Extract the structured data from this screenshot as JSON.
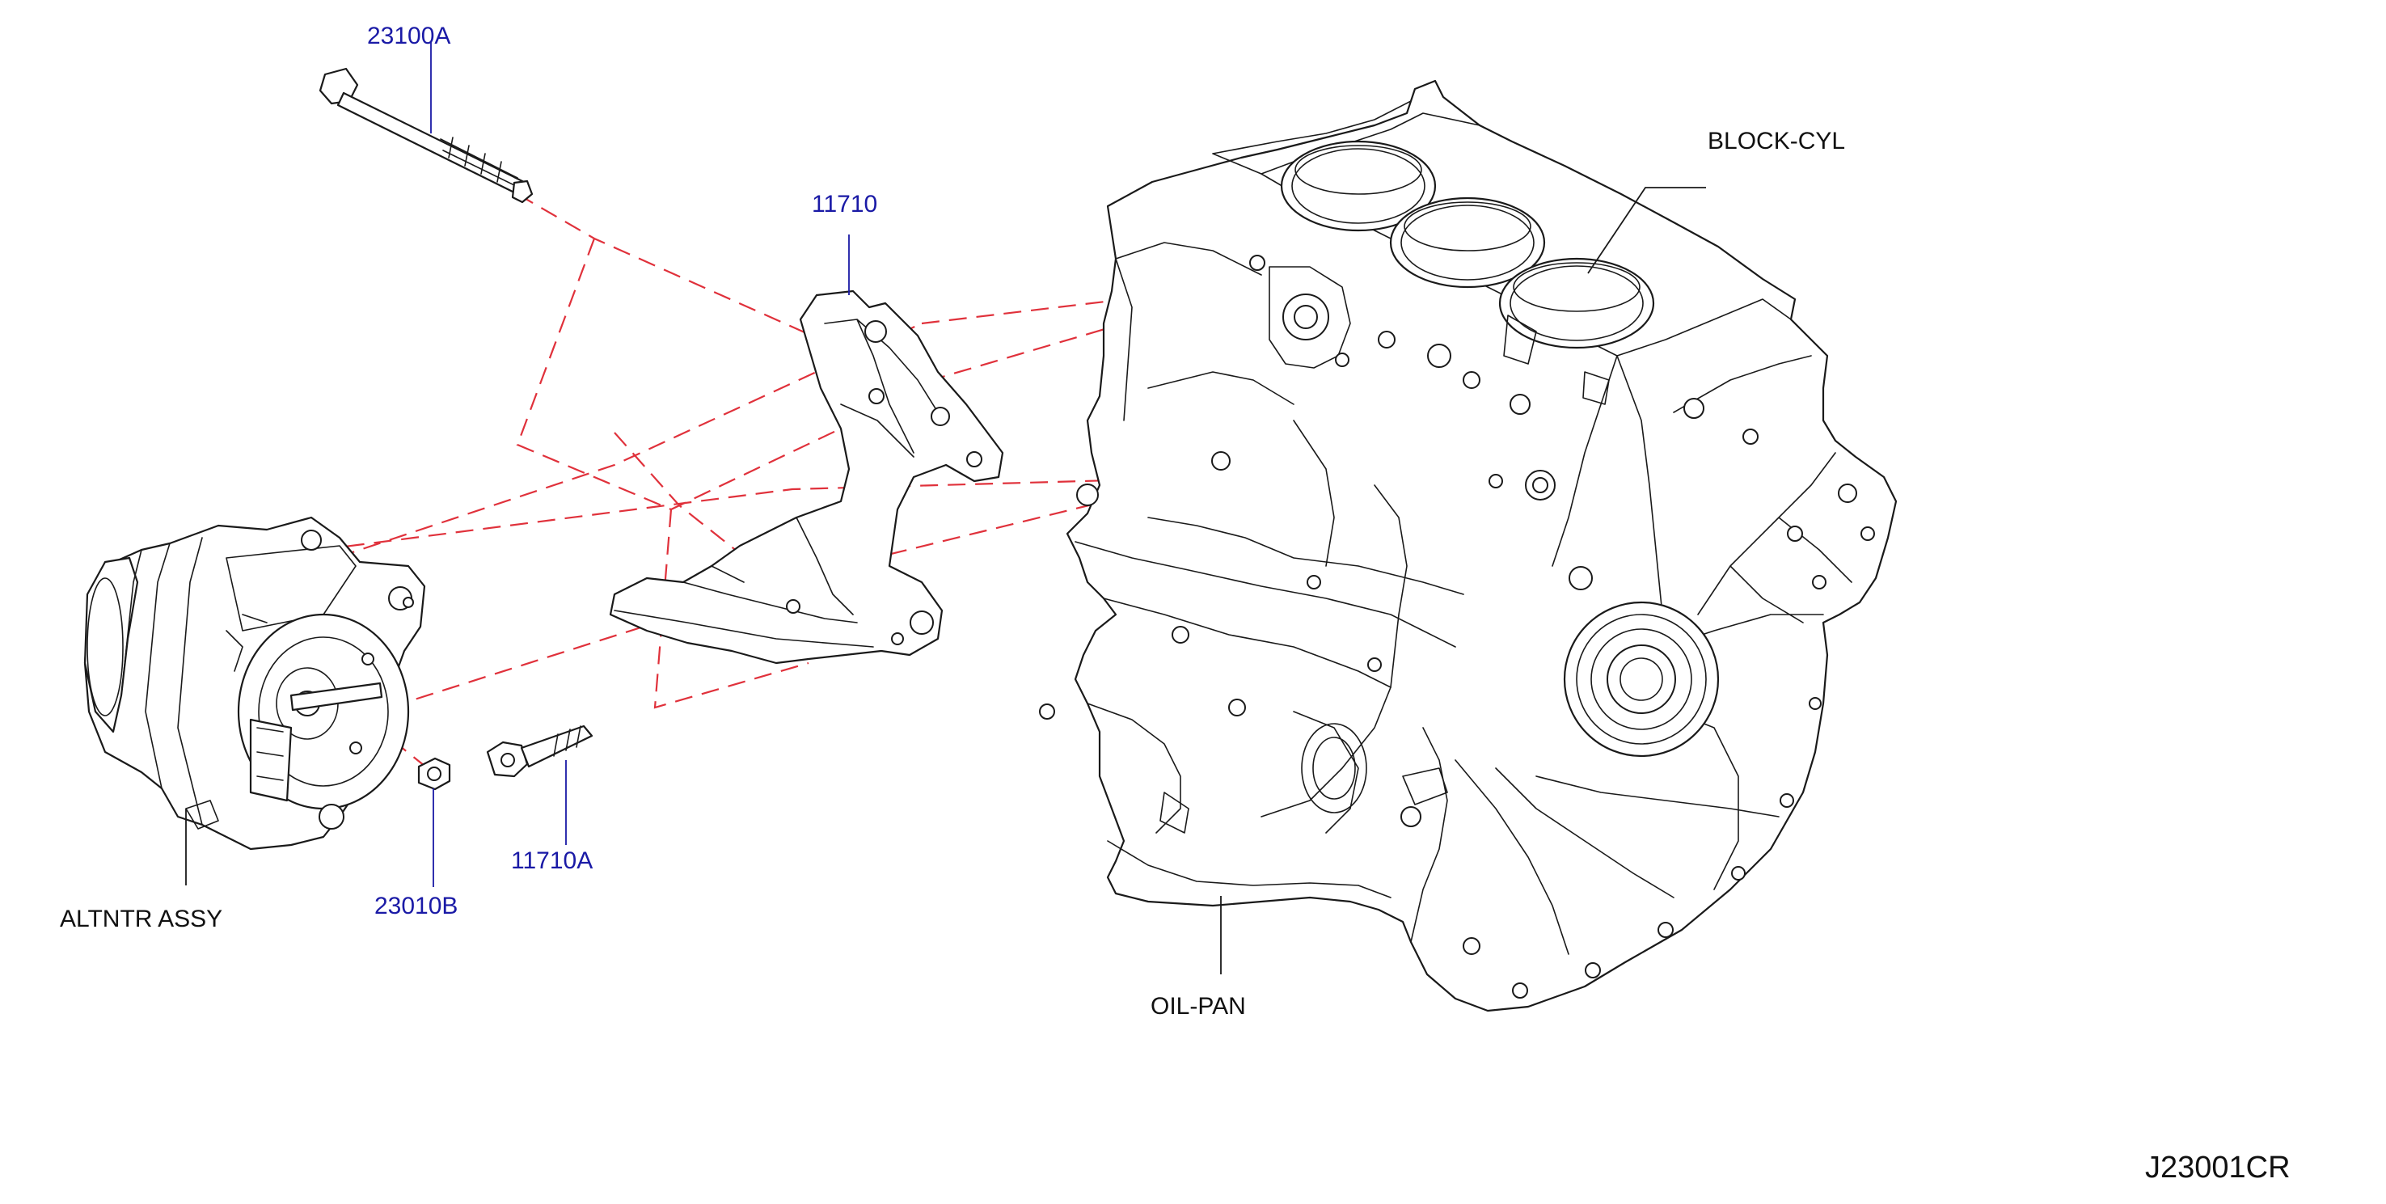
{
  "callouts": {
    "bolt_top": "23100A",
    "bracket": "11710",
    "block": "BLOCK-CYL",
    "oil_pan": "OIL-PAN",
    "alternator": "ALTNTR   ASSY",
    "nut": "23010B",
    "bolt_bracket": "11710A"
  },
  "diagram_ref": "J23001CR",
  "colors": {
    "part_number_text": "#1a1aa6",
    "part_name_text": "#111111",
    "alignment_dash": "#e0313b",
    "line_art": "#1a1a1a"
  }
}
